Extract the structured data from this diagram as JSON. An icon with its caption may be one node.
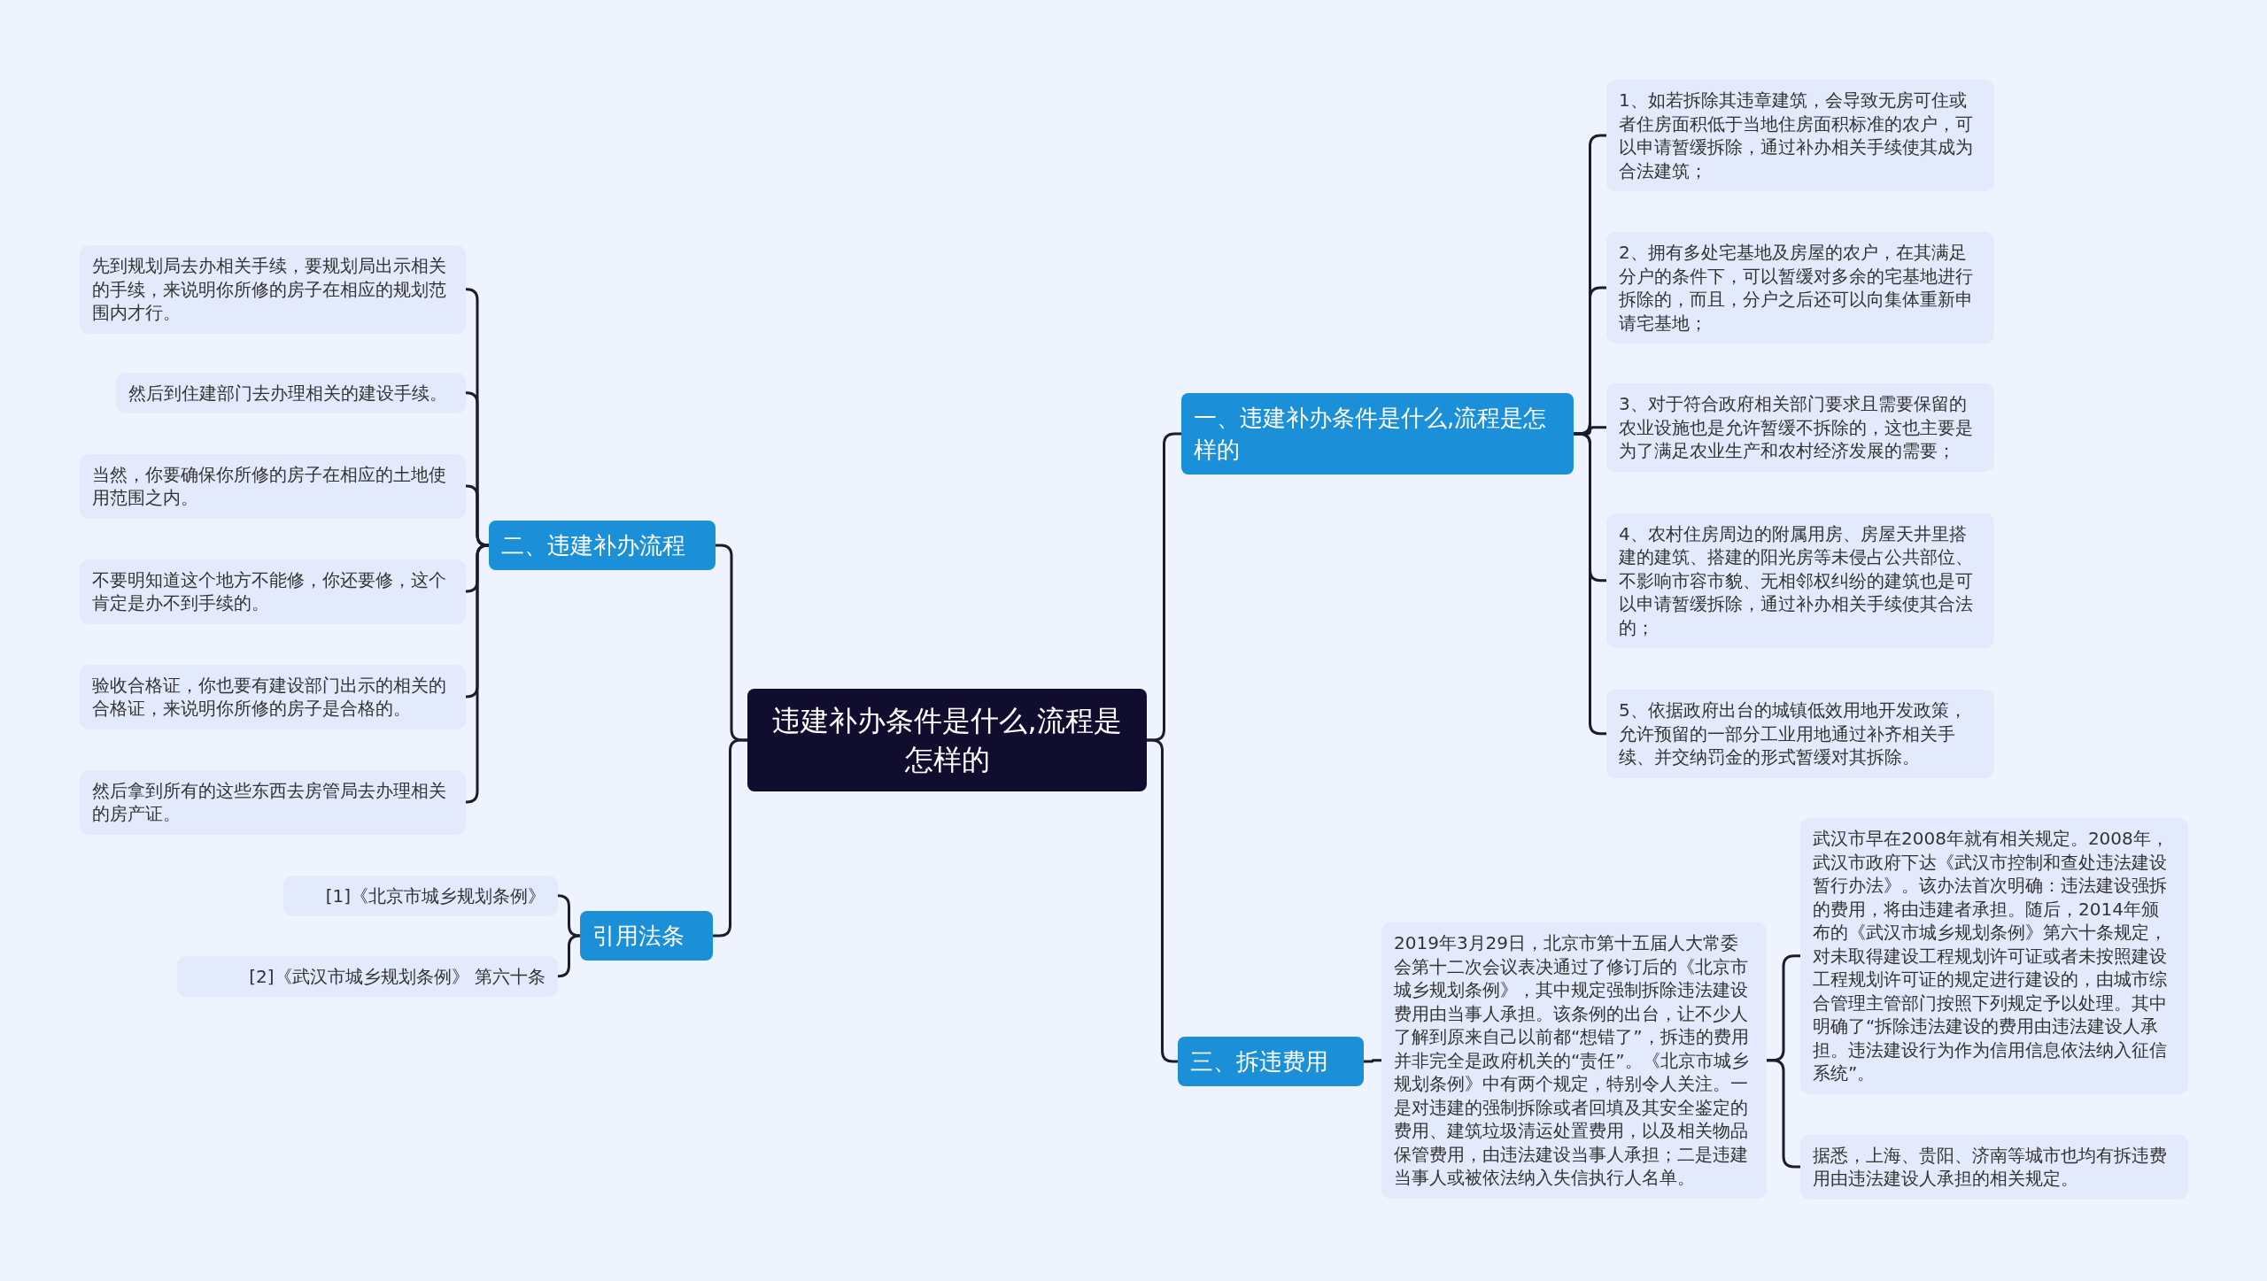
{
  "diagram": {
    "nodes": [
      {
        "text": [
          "违建补办条件是什么,流程是怎样的"
        ]
      },
      {
        "text": [
          "一、违建补办条件是什么,流程是怎样的"
        ]
      },
      {
        "text": [
          "1、如若拆除其违章建筑，会导致无房可住或者住房面积低于当地住房面积标准的农户，可以申请暂缓拆除，通过补办相关手续使其成为合法建筑；"
        ]
      },
      {
        "text": [
          "2、拥有多处宅基地及房屋的农户，在其满足分户的条件下，可以暂缓对多余的宅基地进行拆除的，而且，分户之后还可以向集体重新申请宅基地；"
        ]
      },
      {
        "text": [
          "3、对于符合政府相关部门要求且需要保留的农业设施也是允许暂缓不拆除的，这也主要是为了满足农业生产和农村经济发展的需要；"
        ]
      },
      {
        "text": [
          "4、农村住房周边的附属用房、房屋天井里搭建的建筑、搭建的阳光房等未侵占公共部位、不影响市容市貌、无相邻权纠纷的建筑也是可以申请暂缓拆除，通过补办相关手续使其合法的；"
        ]
      },
      {
        "text": [
          "5、依据政府出台的城镇低效用地开发政策，允许预留的一部分工业用地通过补齐相关手续、并交纳罚金的形式暂缓对其拆除。"
        ]
      },
      {
        "text": [
          "二、违建补办流程"
        ]
      },
      {
        "text": [
          "先到规划局去办相关手续，要规划局出示相关的手续，来说明你所修的房子在相应的规划范围内才行。"
        ]
      },
      {
        "text": [
          "然后到住建部门去办理相关的建设手续。"
        ]
      },
      {
        "text": [
          "当然，你要确保你所修的房子在相应的土地使用范围之内。"
        ]
      },
      {
        "text": [
          "不要明知道这个地方不能修，你还要修，这个肯定是办不到手续的。"
        ]
      },
      {
        "text": [
          "验收合格证，你也要有建设部门出示的相关的合格证，来说明你所修的房子是合格的。"
        ]
      },
      {
        "text": [
          "然后拿到所有的这些东西去房管局去办理相关的房产证。"
        ]
      },
      {
        "text": [
          "三、拆违费用"
        ]
      },
      {
        "text": [
          "2019年3月29日，北京市第十五届人大常委会第十二次会议表决通过了修订后的《北京市城乡规划条例》，其中规定强制拆除违法建设费用由当事人承担。该条例的出台，让不少人了解到原来自己以前都“想错了”，拆违的费用并非完全是政府机关的“责任”。《北京市城乡规划条例》中有两个规定，特别令人关注。一是对违建的强制拆除或者回填及其安全鉴定的费用、建筑垃圾清运处置费用，以及相关物品保管费用，由违法建设当事人承担；二是违建当事人或被依法纳入失信执行人名单。"
        ]
      },
      {
        "text": [
          "武汉市早在2008年就有相关规定。2008年，武汉市政府下达《武汉市控制和查处违法建设暂行办法》。该办法首次明确：违法建设强拆的费用，将由违建者承担。随后，2014年颁布的《武汉市城乡规划条例》第六十条规定，对未取得建设工程规划许可证或者未按照建设工程规划许可证的规定进行建设的，由城市综合管理主管部门按照下列规定予以处理。其中明确了“拆除违法建设的费用由违法建设人承担。违法建设行为作为信用信息依法纳入征信系统”。"
        ]
      },
      {
        "text": [
          "据悉，上海、贵阳、济南等城市也均有拆违费用由违法建设人承担的相关规定。"
        ]
      },
      {
        "text": [
          "引用法条"
        ]
      },
      {
        "text": [
          "[1]《北京市城乡规划条例》"
        ]
      },
      {
        "text": [
          "[2]《武汉市城乡规划条例》 第六十条"
        ]
      }
    ],
    "edges": [
      {
        "from": 0,
        "to": 1,
        "arrow": "none"
      },
      {
        "from": 1,
        "to": 2,
        "arrow": "none"
      },
      {
        "from": 1,
        "to": 3,
        "arrow": "none"
      },
      {
        "from": 1,
        "to": 4,
        "arrow": "none"
      },
      {
        "from": 1,
        "to": 5,
        "arrow": "none"
      },
      {
        "from": 1,
        "to": 6,
        "arrow": "none"
      },
      {
        "from": 0,
        "to": 7,
        "arrow": "none"
      },
      {
        "from": 7,
        "to": 8,
        "arrow": "none"
      },
      {
        "from": 7,
        "to": 9,
        "arrow": "none"
      },
      {
        "from": 7,
        "to": 10,
        "arrow": "none"
      },
      {
        "from": 7,
        "to": 11,
        "arrow": "none"
      },
      {
        "from": 7,
        "to": 12,
        "arrow": "none"
      },
      {
        "from": 7,
        "to": 13,
        "arrow": "none"
      },
      {
        "from": 0,
        "to": 14,
        "arrow": "none"
      },
      {
        "from": 14,
        "to": 15,
        "arrow": "none"
      },
      {
        "from": 15,
        "to": 16,
        "arrow": "none"
      },
      {
        "from": 15,
        "to": 17,
        "arrow": "none"
      },
      {
        "from": 0,
        "to": 18,
        "arrow": "none"
      },
      {
        "from": 18,
        "to": 19,
        "arrow": "none"
      },
      {
        "from": 18,
        "to": 20,
        "arrow": "none"
      }
    ]
  }
}
